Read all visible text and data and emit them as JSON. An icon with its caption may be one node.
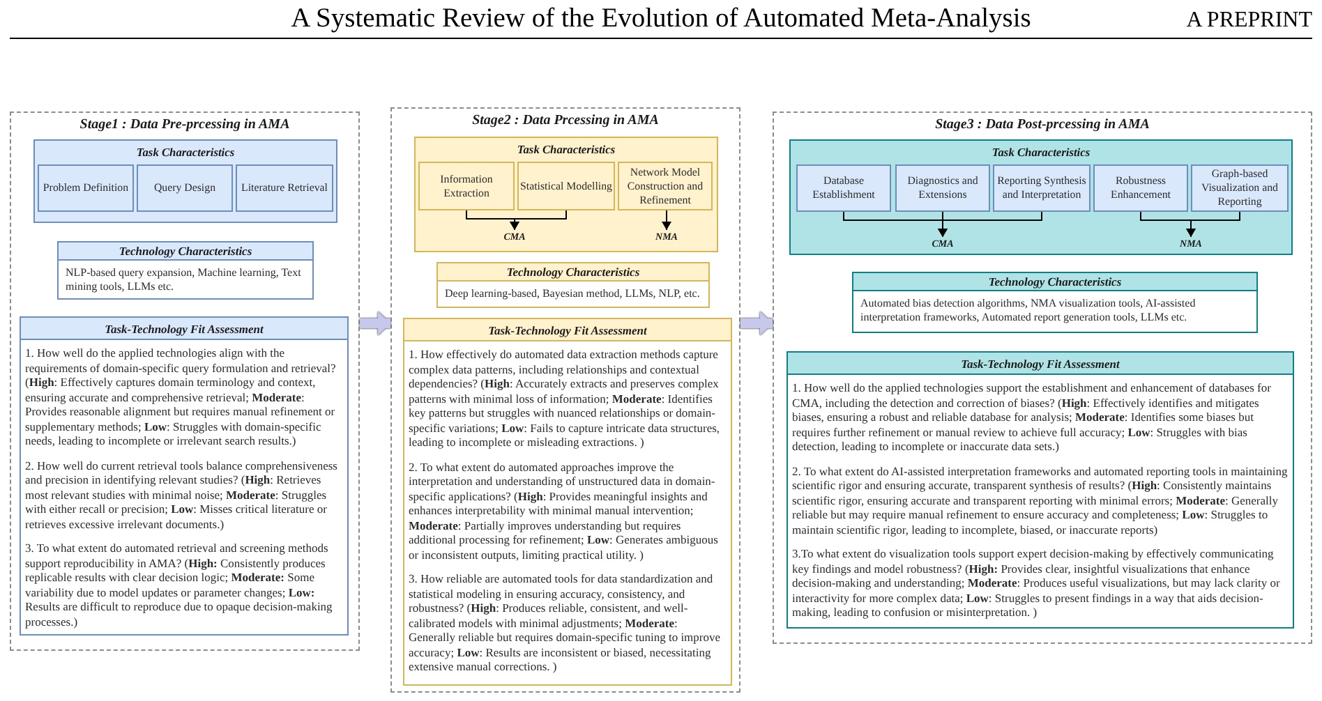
{
  "diagram": {
    "nodes": [
      {
        "text": [
          "Stage1 : Data Pre-prcessing in AMA"
        ]
      },
      {
        "text": [
          "Task Characteristics"
        ],
        "in": 0
      },
      {
        "text": [
          "Problem Definition"
        ],
        "in": 1
      },
      {
        "text": [
          "Query Design"
        ],
        "in": 1
      },
      {
        "text": [
          "Literature Retrieval"
        ],
        "in": 1
      },
      {
        "text": [
          "Technology Characteristics",
          "NLP-based query expansion, Machine learning, Text mining tools, LLMs etc."
        ],
        "in": 0
      },
      {
        "text": [
          "Task-Technology Fit Assessment",
          "1. How well do the applied technologies align with the requirements of domain-specific query formulation and retrieval? (**High**: Effectively captures domain terminology and context, ensuring accurate and comprehensive retrieval; **Moderate**: Provides reasonable alignment but requires manual refinement or supplementary methods; **Low**: Struggles with domain-specific needs, leading to incomplete or irrelevant search results.)",
          "2. How well do current retrieval tools balance comprehensiveness and precision in identifying relevant studies? (**High**: Retrieves most relevant studies with minimal noise; **Moderate**: Struggles with either recall or precision; **Low**: Misses critical literature or retrieves excessive irrelevant documents.)",
          "3. To what extent do automated retrieval and screening methods support reproducibility in AMA? (**High:** Consistently produces replicable results with clear decision logic; **Moderate:** Some variability due to model updates or parameter changes; **Low:** Results are difficult to reproduce due to opaque decision-making processes.)"
        ],
        "in": 0
      },
      {
        "text": [
          "Stage2 : Data Prcessing in AMA"
        ]
      },
      {
        "text": [
          "Task Characteristics"
        ],
        "in": 7
      },
      {
        "text": [
          "Information Extraction"
        ],
        "in": 8
      },
      {
        "text": [
          "Statistical Modelling"
        ],
        "in": 8
      },
      {
        "text": [
          "Network Model Construction and Refinement"
        ],
        "in": 8
      },
      {
        "text": [
          "CMA"
        ],
        "in": 8
      },
      {
        "text": [
          "NMA"
        ],
        "in": 8
      },
      {
        "text": [
          "Technology Characteristics",
          "Deep learning-based, Bayesian method, LLMs, NLP, etc."
        ],
        "in": 7
      },
      {
        "text": [
          "Task-Technology Fit Assessment",
          "1. How effectively do automated data extraction methods capture complex data patterns, including relationships and contextual dependencies? (**High**: Accurately extracts and preserves complex patterns with minimal loss of information; **Moderate**: Identifies key patterns but struggles with nuanced relationships or domain-specific variations; **Low**: Fails to capture intricate data structures, leading to incomplete or misleading extractions. )",
          "2. To what extent do automated approaches improve the interpretation and understanding of unstructured data in domain-specific applications? (**High**: Provides meaningful insights and enhances interpretability with minimal manual intervention; **Moderate**: Partially improves understanding but requires additional processing for refinement; **Low**: Generates ambiguous or inconsistent outputs, limiting practical utility. )",
          "3. How reliable are automated tools for data standardization and statistical modeling in ensuring accuracy, consistency, and robustness? (**High**: Produces reliable, consistent, and well-calibrated models with minimal adjustments; **Moderate**: Generally reliable but requires domain-specific tuning to improve accuracy; **Low**: Results are inconsistent or biased, necessitating extensive manual corrections. )"
        ],
        "in": 7
      },
      {
        "text": [
          "Stage3 : Data Post-prcessing in AMA"
        ]
      },
      {
        "text": [
          "Task Characteristics"
        ],
        "in": 16
      },
      {
        "text": [
          "Database Establishment"
        ],
        "in": 17
      },
      {
        "text": [
          "Diagnostics and Extensions"
        ],
        "in": 17
      },
      {
        "text": [
          "Reporting Synthesis and Interpretation"
        ],
        "in": 17
      },
      {
        "text": [
          "Robustness Enhancement"
        ],
        "in": 17
      },
      {
        "text": [
          "Graph-based Visualization and Reporting"
        ],
        "in": 17
      },
      {
        "text": [
          "CMA"
        ],
        "in": 17
      },
      {
        "text": [
          "NMA"
        ],
        "in": 17
      },
      {
        "text": [
          "Technology Characteristics",
          "Automated bias detection algorithms, NMA visualization tools, AI-assisted interpretation frameworks, Automated report generation tools, LLMs etc."
        ],
        "in": 16
      },
      {
        "text": [
          "Task-Technology Fit Assessment",
          "1. How well do the applied technologies support the establishment and enhancement of databases for CMA, including the detection and correction of biases? (**High**: Effectively identifies and mitigates biases, ensuring a robust and reliable database for analysis; **Moderate**: Identifies some biases but requires further refinement or manual review to achieve full accuracy; **Low**: Struggles with bias detection, leading to incomplete or inaccurate data sets.)",
          "2. To what extent do AI-assisted interpretation frameworks and automated reporting tools in maintaining scientific rigor and ensuring accurate, transparent synthesis of results? (**High**: Consistently maintains scientific rigor, ensuring accurate and transparent reporting with minimal errors; **Moderate**: Generally reliable but may require manual refinement to ensure accuracy and completeness; **Low**: Struggles to maintain scientific rigor, leading to incomplete, biased, or inaccurate reports)",
          "3.To what extent do visualization tools support expert decision-making by effectively communicating key findings and model robustness? (**High:** Provides clear, insightful visualizations that enhance decision-making and understanding; **Moderate**: Produces useful visualizations, but may lack clarity or interactivity for more complex data; **Low**: Struggles to present findings in a way that aids decision-making, leading to confusion or misinterpretation. )"
        ],
        "in": 16
      }
    ],
    "edges": [
      {
        "from": 0,
        "to": 7,
        "arrow": "to",
        "style": "thick",
        "color": "#c8c8ec"
      },
      {
        "from": 9,
        "to": 12,
        "arrow": "to"
      },
      {
        "from": 10,
        "to": 12,
        "arrow": "to"
      },
      {
        "from": 11,
        "to": 13,
        "arrow": "to"
      },
      {
        "from": 7,
        "to": 16,
        "arrow": "to",
        "style": "thick",
        "color": "#c8c8ec"
      },
      {
        "from": 18,
        "to": 23,
        "arrow": "to"
      },
      {
        "from": 19,
        "to": 23,
        "arrow": "to"
      },
      {
        "from": 20,
        "to": 23,
        "arrow": "to"
      },
      {
        "from": 21,
        "to": 24,
        "arrow": "to"
      },
      {
        "from": 22,
        "to": 24,
        "arrow": "to"
      }
    ],
    "labels": [
      "A Systematic Review of the Evolution of Automated Meta-Analysis",
      "A PREPRINT"
    ]
  }
}
